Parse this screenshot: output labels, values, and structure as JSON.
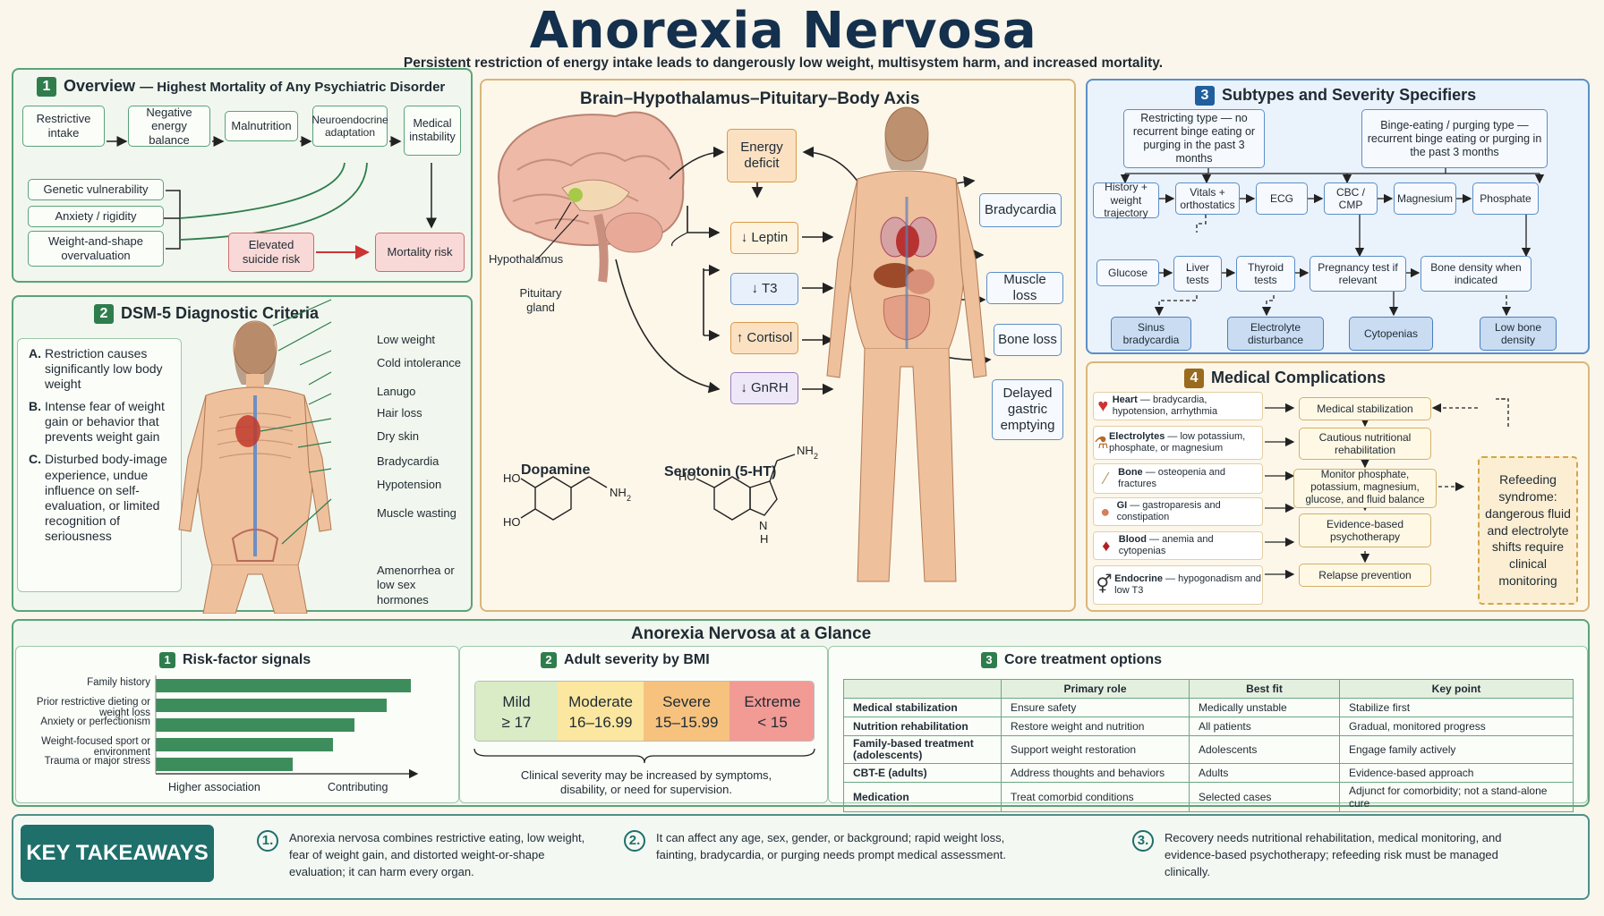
{
  "title": "Anorexia Nervosa",
  "subtitle": "Persistent restriction of energy intake leads to dangerously low weight, multisystem harm, and increased mortality.",
  "overview": {
    "num": "1",
    "title": "Overview",
    "title_sub": "— Highest Mortality of Any Psychiatric Disorder",
    "chain": [
      "Restrictive intake",
      "Negative energy balance",
      "Malnutrition",
      "Neuroendocrine adaptation",
      "Medical instability"
    ],
    "factors": [
      "Genetic vulnerability",
      "Anxiety / rigidity",
      "Weight-and-shape overvaluation"
    ],
    "suicide": "Elevated suicide risk",
    "mortality": "Mortality risk"
  },
  "dsm": {
    "num": "2",
    "title": "DSM-5 Diagnostic Criteria",
    "criteria": [
      {
        "letter": "A.",
        "text": "Restriction causes significantly low body weight"
      },
      {
        "letter": "B.",
        "text": "Intense fear of weight gain or behavior that prevents weight gain"
      },
      {
        "letter": "C.",
        "text": "Disturbed body-image experience, undue influence on self-evaluation, or limited recognition of seriousness"
      }
    ],
    "signs": [
      "Low weight",
      "Cold intolerance",
      "Lanugo",
      "Hair loss",
      "Dry skin",
      "Bradycardia",
      "Hypotension",
      "Muscle wasting",
      "Amenorrhea or low sex hormones"
    ]
  },
  "axis": {
    "title": "Brain–Hypothalamus–Pituitary–Body Axis",
    "hypothalamus": "Hypothalamus",
    "pituitary": "Pituitary gland",
    "energy": "Energy deficit",
    "hormones": [
      "↓ Leptin",
      "↓ T3",
      "↑ Cortisol",
      "↓ GnRH"
    ],
    "effects": [
      "Bradycardia",
      "Muscle loss",
      "Bone loss",
      "Delayed gastric emptying"
    ],
    "dopamine": "Dopamine",
    "serotonin": "Serotonin (5-HT)"
  },
  "subtypes": {
    "num": "3",
    "title": "Subtypes and Severity Specifiers",
    "restricting": "Restricting type — no recurrent binge eating or purging in the past 3 months",
    "binge": "Binge-eating / purging type — recurrent binge eating or purging in the past 3 months",
    "row1": [
      "History + weight trajectory",
      "Vitals + orthostatics",
      "ECG",
      "CBC / CMP",
      "Magnesium",
      "Phosphate"
    ],
    "row2": [
      "Glucose",
      "Liver tests",
      "Thyroid tests",
      "Pregnancy test if relevant",
      "Bone density when indicated"
    ],
    "row3": [
      "Sinus bradycardia",
      "Electrolyte disturbance",
      "Cytopenias",
      "Low bone density"
    ]
  },
  "complications": {
    "num": "4",
    "title": "Medical Complications",
    "items": [
      {
        "name": "Heart",
        "desc": "— bradycardia, hypotension, arrhythmia",
        "icon": "heart-icon"
      },
      {
        "name": "Electrolytes",
        "desc": "— low potassium, phosphate, or magnesium",
        "icon": "flask-icon"
      },
      {
        "name": "Bone",
        "desc": "— osteopenia and fractures",
        "icon": "bone-icon"
      },
      {
        "name": "GI",
        "desc": "— gastroparesis and constipation",
        "icon": "stomach-icon"
      },
      {
        "name": "Blood",
        "desc": "— anemia and cytopenias",
        "icon": "blood-drop-icon"
      },
      {
        "name": "Endocrine",
        "desc": "— hypogonadism and low T3",
        "icon": "gender-icon"
      }
    ],
    "steps": [
      "Medical stabilization",
      "Cautious nutritional rehabilitation",
      "Monitor phosphate, potassium, magnesium, glucose, and fluid balance",
      "Evidence-based psychotherapy",
      "Relapse prevention"
    ],
    "refeeding": "Refeeding syndrome: dangerous fluid and electrolyte shifts require clinical monitoring"
  },
  "glance": {
    "title": "Anorexia Nervosa at a Glance",
    "risk": {
      "num": "1",
      "title": "Risk-factor signals",
      "x_left": "Higher association",
      "x_right": "Contributing"
    },
    "bmi": {
      "num": "2",
      "title": "Adult severity by BMI",
      "levels": [
        {
          "label": "Mild",
          "range": "≥ 17",
          "color": "#d9ecc6"
        },
        {
          "label": "Moderate",
          "range": "16–16.99",
          "color": "#fbe7a0"
        },
        {
          "label": "Severe",
          "range": "15–15.99",
          "color": "#f7c27e"
        },
        {
          "label": "Extreme",
          "range": "< 15",
          "color": "#f29a94"
        }
      ],
      "note": "Clinical severity may be increased by symptoms, disability, or need for supervision."
    },
    "treatment": {
      "num": "3",
      "title": "Core treatment options",
      "headers": [
        "",
        "Primary role",
        "Best fit",
        "Key point"
      ],
      "rows": [
        [
          "Medical stabilization",
          "Ensure safety",
          "Medically unstable",
          "Stabilize first"
        ],
        [
          "Nutrition rehabilitation",
          "Restore weight and nutrition",
          "All patients",
          "Gradual, monitored progress"
        ],
        [
          "Family-based treatment (adolescents)",
          "Support weight restoration",
          "Adolescents",
          "Engage family actively"
        ],
        [
          "CBT-E (adults)",
          "Address thoughts and behaviors",
          "Adults",
          "Evidence-based approach"
        ],
        [
          "Medication",
          "Treat comorbid conditions",
          "Selected cases",
          "Adjunct for comorbidity; not a stand-alone cure"
        ]
      ]
    }
  },
  "chart_data": {
    "type": "bar",
    "categories": [
      "Family history",
      "Prior restrictive dieting or weight loss",
      "Anxiety or perfectionism",
      "Weight-focused sport or environment",
      "Trauma or major stress"
    ],
    "values": [
      0.95,
      0.86,
      0.74,
      0.66,
      0.51
    ],
    "xlabel": "",
    "ylabel": ""
  },
  "takeaways": {
    "label": "KEY TAKEAWAYS",
    "items": [
      {
        "n": "1.",
        "text": "Anorexia nervosa combines restrictive eating, low weight, fear of weight gain, and distorted weight-or-shape evaluation; it can harm every organ."
      },
      {
        "n": "2.",
        "text": "It can affect any age, sex, gender, or background; rapid weight loss, fainting, bradycardia, or purging needs prompt medical assessment."
      },
      {
        "n": "3.",
        "text": "Recovery needs nutritional rehabilitation, medical monitoring, and evidence-based psychotherapy; refeeding risk must be managed clinically."
      }
    ]
  }
}
